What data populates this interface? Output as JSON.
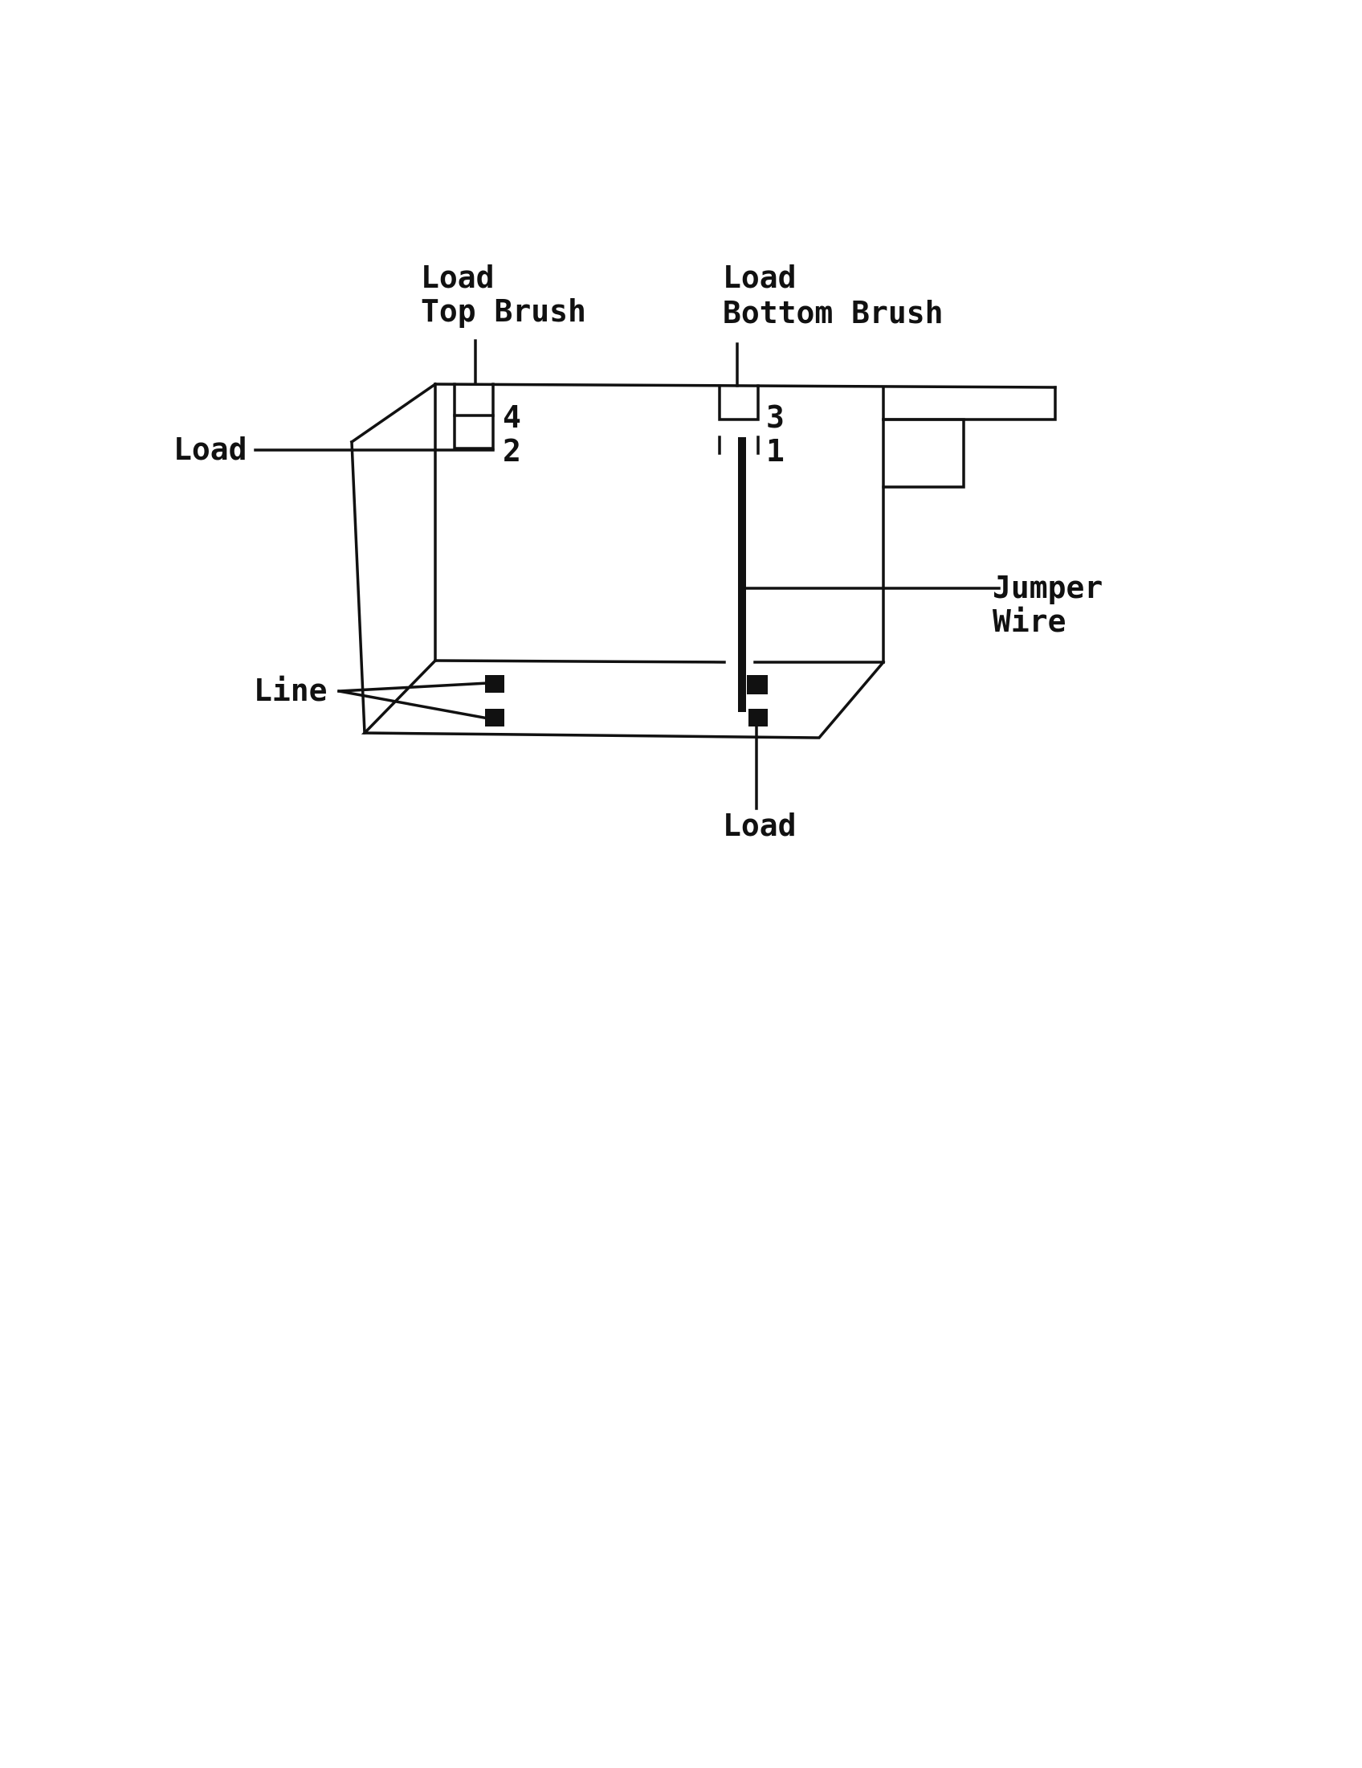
{
  "labels": {
    "top_brush_line1": "Load",
    "top_brush_line2": "Top Brush",
    "bottom_brush_line1": "Load",
    "bottom_brush_line2": "Bottom Brush",
    "left_load": "Load",
    "line": "Line",
    "jumper_line1": "Jumper",
    "jumper_line2": "Wire",
    "bottom_load": "Load"
  },
  "terminals": {
    "t4": "4",
    "t2": "2",
    "t3": "3",
    "t1": "1"
  },
  "colors": {
    "ink": "#111111",
    "paper": "#ffffff"
  }
}
